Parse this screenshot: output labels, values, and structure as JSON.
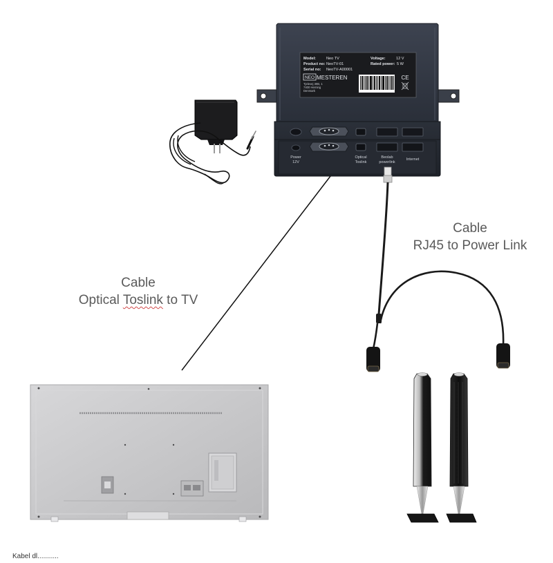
{
  "captions": {
    "optical": {
      "line1": "Cable",
      "line2_pre": "Optical ",
      "line2_mark": "Toslink",
      "line2_post": " to TV"
    },
    "rj45": {
      "line1": "Cable",
      "line2": "RJ45 to Power Link"
    }
  },
  "device_label": {
    "model_key": "Model:",
    "model_val": "Neo TV",
    "product_key": "Product no:",
    "product_val": "NeoTV-01",
    "serial_key": "Serial no:",
    "serial_val": "NeoTV-A00001",
    "voltage_key": "Voltage:",
    "voltage_val": "12 V",
    "power_key": "Rated power:",
    "power_val": "5 W",
    "brand_box": "NEO",
    "brand_rest": "MESTEREN",
    "address1": "Tjelevej 30B, 1",
    "address2": "7400 Herning",
    "address3": "Denmark",
    "ce": "CE"
  },
  "ports": {
    "power": [
      "Power",
      "12V"
    ],
    "optical": [
      "Optical",
      "Toslink"
    ],
    "beolab": [
      "Beolab",
      "powerlink"
    ],
    "internet": [
      "Internet"
    ]
  },
  "footer": "Kabel dl..........."
}
